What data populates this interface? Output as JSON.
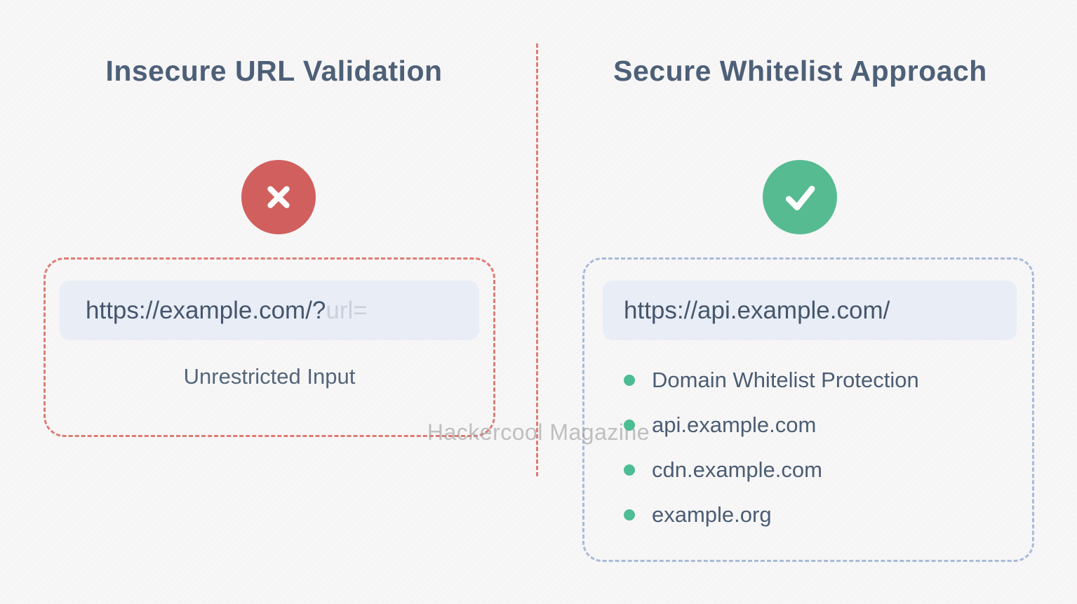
{
  "watermark": "Hackercool Magazine",
  "left_panel": {
    "title": "Insecure URL Validation",
    "status": "error",
    "url_bar": {
      "value": "https://example.com/?",
      "ghost": "url="
    },
    "caption": "Unrestricted Input"
  },
  "right_panel": {
    "title": "Secure Whitelist Approach",
    "status": "success",
    "url_bar": {
      "value": "https://api.example.com/"
    },
    "whitelist": [
      "Domain Whitelist Protection",
      "api.example.com",
      "cdn.example.com",
      "example.org"
    ]
  },
  "colors": {
    "error_red": "#d15f5e",
    "success_green": "#57bb92",
    "bullet_green": "#4cbd92",
    "dashed_red_border": "#dd7d74",
    "dashed_blue_border": "#a8bbd9",
    "title_slate": "#4d6078",
    "url_bar_background": "#e9edf6",
    "background": "#f8f7f7"
  }
}
